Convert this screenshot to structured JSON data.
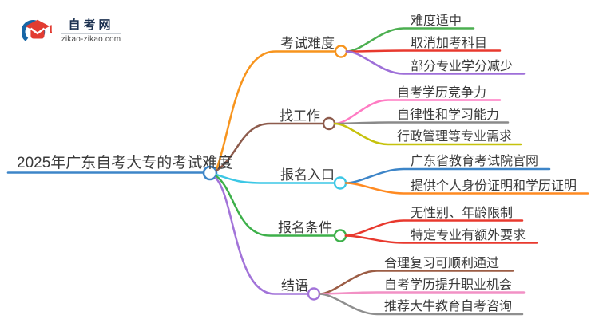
{
  "logo": {
    "site_name": "自考网",
    "site_url": "zikao-zikao.com",
    "icon_red": "#e23c32",
    "icon_blue": "#1766a6"
  },
  "main_topic": {
    "label": "2025年广东自考大专的考试难度",
    "line_color": "#3d85c8",
    "text_color": "#3a3a3a"
  },
  "branches": [
    {
      "label": "考试难度",
      "color": "#f7941d",
      "children": [
        {
          "label": "难度适中",
          "color": "#4caf50"
        },
        {
          "label": "取消加考科目",
          "color": "#e8392e"
        },
        {
          "label": "部分专业学分减少",
          "color": "#9e6fd8"
        }
      ]
    },
    {
      "label": "找工作",
      "color": "#8d5b4c",
      "children": [
        {
          "label": "自考学历竞争力",
          "color": "#ff7bc3"
        },
        {
          "label": "自律性和学习能力",
          "color": "#8a8a8a"
        },
        {
          "label": "行政管理等专业需求",
          "color": "#c6c20d"
        }
      ]
    },
    {
      "label": "报名入口",
      "color": "#3cc7e5",
      "children": [
        {
          "label": "广东省教育考试院官网",
          "color": "#3d85c8"
        },
        {
          "label": "提供个人身份证明和学历证明",
          "color": "#ff8a21"
        }
      ]
    },
    {
      "label": "报名条件",
      "color": "#3db04a",
      "children": [
        {
          "label": "无性别、年龄限制",
          "color": "#e8392e"
        },
        {
          "label": "特定专业有额外要求",
          "color": "#e8392e"
        }
      ]
    },
    {
      "label": "结语",
      "color": "#a273d9",
      "children": [
        {
          "label": "合理复习可顺利通过",
          "color": "#9c5d45"
        },
        {
          "label": "自考学历提升职业机会",
          "color": "#f291c5"
        },
        {
          "label": "推荐大牛教育自考咨询",
          "color": "#8f8f8f"
        }
      ]
    }
  ]
}
